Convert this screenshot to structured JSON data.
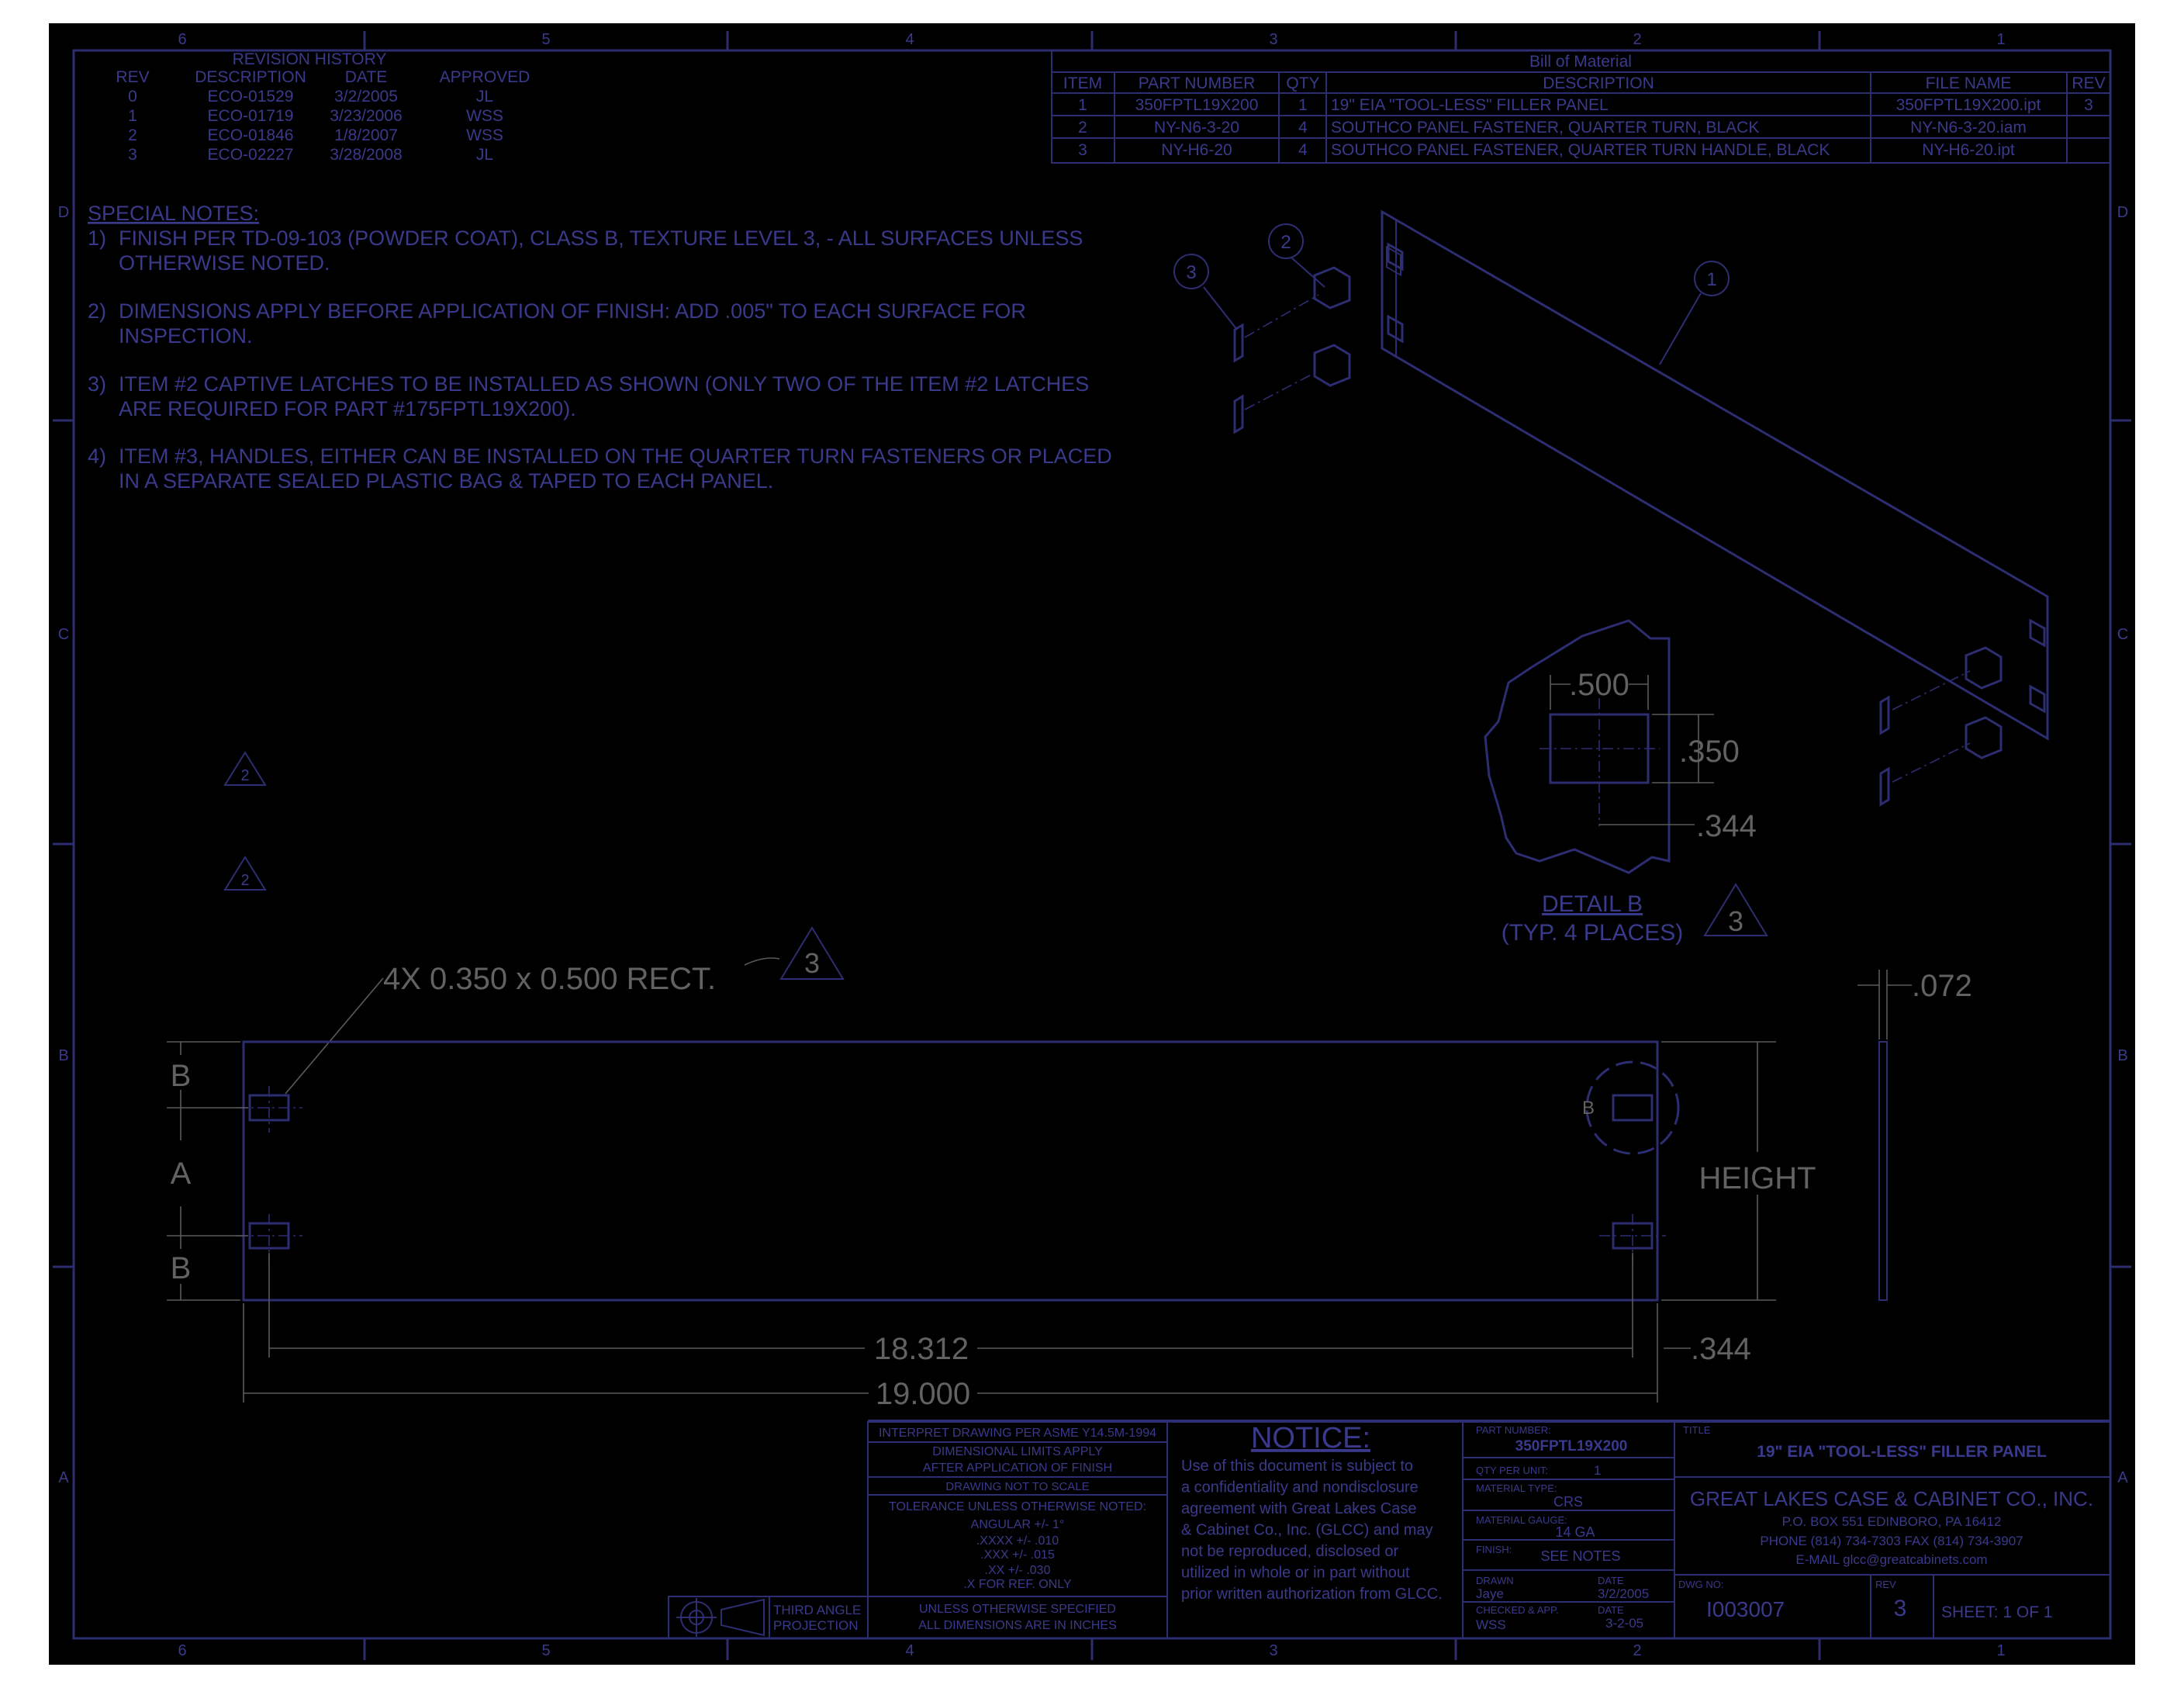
{
  "colors": {
    "background": "#000000",
    "line": "#2d2d72",
    "text": "#3a3a8c",
    "dimension": "#626262"
  },
  "zones": {
    "columns": [
      "6",
      "5",
      "4",
      "3",
      "2",
      "1"
    ],
    "rows": [
      "D",
      "C",
      "B",
      "A"
    ]
  },
  "revision_history": {
    "title": "REVISION HISTORY",
    "headers": [
      "REV",
      "DESCRIPTION",
      "DATE",
      "APPROVED"
    ],
    "rows": [
      [
        "0",
        "ECO-01529",
        "3/2/2005",
        "JL"
      ],
      [
        "1",
        "ECO-01719",
        "3/23/2006",
        "WSS"
      ],
      [
        "2",
        "ECO-01846",
        "1/8/2007",
        "WSS"
      ],
      [
        "3",
        "ECO-02227",
        "3/28/2008",
        "JL"
      ]
    ]
  },
  "bom": {
    "title": "Bill of Material",
    "headers": [
      "ITEM",
      "PART NUMBER",
      "QTY",
      "DESCRIPTION",
      "FILE NAME",
      "REV"
    ],
    "rows": [
      [
        "1",
        "350FPTL19X200",
        "1",
        "19\" EIA \"TOOL-LESS\" FILLER PANEL",
        "350FPTL19X200.ipt",
        "3"
      ],
      [
        "2",
        "NY-N6-3-20",
        "4",
        "SOUTHCO PANEL FASTENER, QUARTER TURN, BLACK",
        "NY-N6-3-20.iam",
        ""
      ],
      [
        "3",
        "NY-H6-20",
        "4",
        "SOUTHCO PANEL FASTENER, QUARTER TURN HANDLE, BLACK",
        "NY-H6-20.ipt",
        ""
      ]
    ]
  },
  "notes": {
    "title": "SPECIAL NOTES:",
    "items": [
      {
        "num": "1)",
        "lines": [
          "FINISH PER TD-09-103 (POWDER COAT), CLASS B, TEXTURE LEVEL 3, - ALL SURFACES UNLESS",
          "OTHERWISE NOTED."
        ]
      },
      {
        "num": "2)",
        "lines": [
          "DIMENSIONS APPLY BEFORE APPLICATION OF FINISH: ADD .005\" TO EACH SURFACE FOR",
          "INSPECTION."
        ]
      },
      {
        "num": "3)",
        "lines": [
          "ITEM #2 CAPTIVE LATCHES TO BE INSTALLED AS SHOWN (ONLY TWO OF THE ITEM #2 LATCHES",
          "ARE REQUIRED FOR PART #175FPTL19X200)."
        ]
      },
      {
        "num": "4)",
        "lines": [
          "ITEM #3, HANDLES, EITHER CAN BE INSTALLED ON THE QUARTER TURN FASTENERS OR PLACED",
          "IN A SEPARATE SEALED PLASTIC BAG & TAPED TO EACH PANEL."
        ]
      }
    ]
  },
  "balloons": [
    "1",
    "2",
    "3"
  ],
  "rev_triangles": {
    "left_1": "2",
    "left_2": "2",
    "rect_note": "3",
    "detail": "3"
  },
  "detail_b": {
    "title": "DETAIL  B",
    "subtitle": "(TYP. 4 PLACES)",
    "width": ".500",
    "height": ".350",
    "offset": ".344"
  },
  "main_view": {
    "rect_note": "4X 0.350 x 0.500 RECT.",
    "detail_label": "B",
    "left_dims": [
      "B",
      "A",
      "B"
    ],
    "height_label": "HEIGHT",
    "hole_span": "18.312",
    "edge_offset": ".344",
    "overall_width": "19.000",
    "thickness": ".072"
  },
  "title_block": {
    "interpret": "INTERPRET DRAWING PER ASME Y14.5M-1994",
    "dim_limits_1": "DIMENSIONAL LIMITS APPLY",
    "dim_limits_2": "AFTER APPLICATION OF FINISH",
    "not_to_scale": "DRAWING NOT TO SCALE",
    "tolerance_title": "TOLERANCE UNLESS OTHERWISE NOTED:",
    "tolerances": [
      "ANGULAR +/- 1°",
      ".XXXX +/- .010",
      ".XXX +/- .015",
      ".XX +/- .030",
      ".X FOR REF. ONLY"
    ],
    "unless_1": "UNLESS OTHERWISE SPECIFIED",
    "unless_2": "ALL DIMENSIONS ARE IN INCHES",
    "projection_1": "THIRD ANGLE",
    "projection_2": "PROJECTION",
    "notice_title": "NOTICE:",
    "notice_lines": [
      "Use of this document is subject to",
      "a confidentiality and nondisclosure",
      "agreement with Great Lakes Case",
      "& Cabinet Co., Inc. (GLCC) and may",
      "not be reproduced, disclosed or",
      "utilized in whole or in part without",
      "prior written authorization from GLCC."
    ],
    "part_number_label": "PART NUMBER:",
    "part_number": "350FPTL19X200",
    "qty_label": "QTY PER UNIT:",
    "qty": "1",
    "material_type_label": "MATERIAL TYPE:",
    "material_type": "CRS",
    "material_gauge_label": "MATERIAL GAUGE:",
    "material_gauge": "14 GA",
    "finish_label": "FINISH:",
    "finish": "SEE NOTES",
    "drawn_label": "DRAWN",
    "drawn_by": "Jaye",
    "date_label": "DATE",
    "drawn_date": "3/2/2005",
    "checked_label": "CHECKED & APP.",
    "checked_by": "WSS",
    "checked_date": "3-2-05",
    "title_label": "TITLE",
    "title": "19\" EIA \"TOOL-LESS\" FILLER PANEL",
    "company": "GREAT LAKES CASE & CABINET CO., INC.",
    "address": "P.O. BOX 551 EDINBORO, PA 16412",
    "phone": "PHONE (814) 734-7303 FAX (814) 734-3907",
    "email": "E-MAIL glcc@greatcabinets.com",
    "dwg_no_label": "DWG NO:",
    "dwg_no": "I003007",
    "rev_label": "REV",
    "rev": "3",
    "sheet": "SHEET:  1  OF   1"
  }
}
